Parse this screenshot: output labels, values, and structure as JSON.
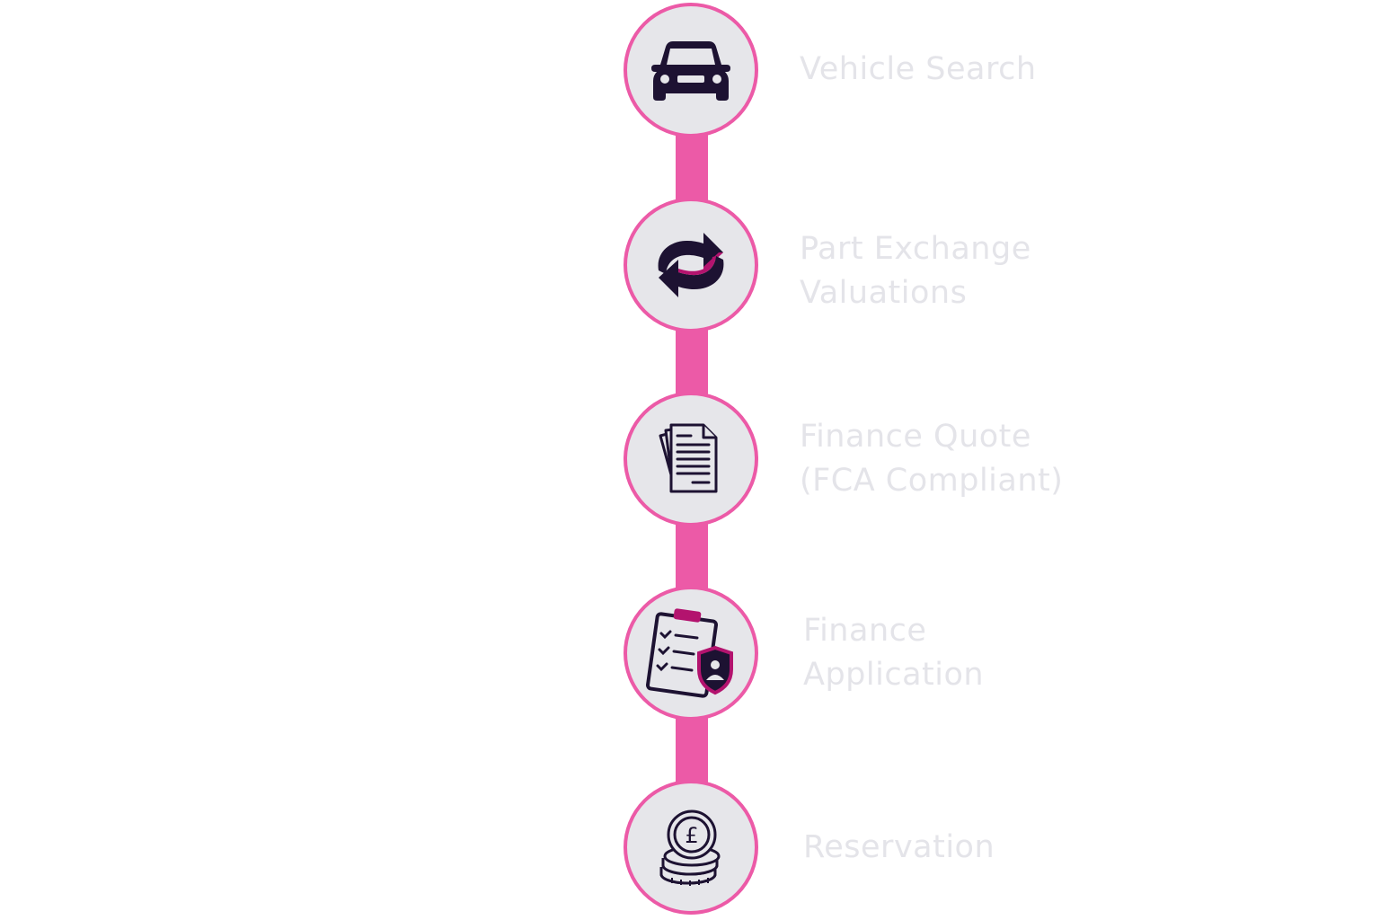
{
  "colors": {
    "accent": "#ec5aa7",
    "circle_fill": "#e6e6ea",
    "icon_dark": "#1d1232",
    "icon_accent": "#b3136e",
    "label_text": "#e4e4e9"
  },
  "steps": [
    {
      "icon": "car-icon",
      "lines": [
        "Vehicle Search"
      ]
    },
    {
      "icon": "exchange-arrows-icon",
      "lines": [
        "Part Exchange",
        "Valuations"
      ]
    },
    {
      "icon": "documents-icon",
      "lines": [
        "Finance Quote",
        "(FCA Compliant)"
      ]
    },
    {
      "icon": "clipboard-shield-icon",
      "lines": [
        "Finance",
        "Application"
      ]
    },
    {
      "icon": "pound-coins-icon",
      "lines": [
        "Reservation"
      ]
    }
  ]
}
